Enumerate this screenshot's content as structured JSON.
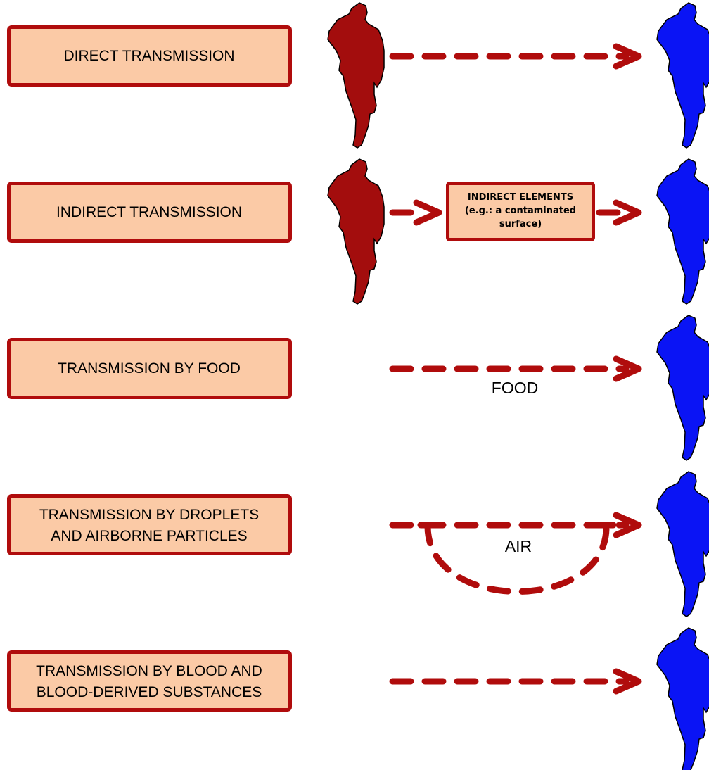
{
  "colors": {
    "box_fill": "#fbcaa6",
    "box_border": "#b00c0c",
    "arrow": "#b00c0c",
    "source_person": "#a30d0d",
    "target_person": "#0a14f5"
  },
  "icons": {
    "source": "person-silhouette-icon",
    "target": "person-silhouette-icon"
  },
  "rows": [
    {
      "id": "direct",
      "lines": [
        "DIRECT TRANSMISSION"
      ]
    },
    {
      "id": "indirect",
      "lines": [
        "INDIRECT TRANSMISSION"
      ],
      "intermediate": {
        "lines": [
          "INDIRECT ELEMENTS",
          "(e.g.: a contaminated",
          "surface)"
        ]
      }
    },
    {
      "id": "food",
      "lines": [
        "TRANSMISSION BY FOOD"
      ],
      "path_label": "FOOD"
    },
    {
      "id": "air",
      "lines": [
        "TRANSMISSION BY DROPLETS",
        "AND AIRBORNE PARTICLES"
      ],
      "path_label": "AIR"
    },
    {
      "id": "blood",
      "lines": [
        "TRANSMISSION BY BLOOD AND",
        "BLOOD-DERIVED SUBSTANCES"
      ]
    }
  ]
}
